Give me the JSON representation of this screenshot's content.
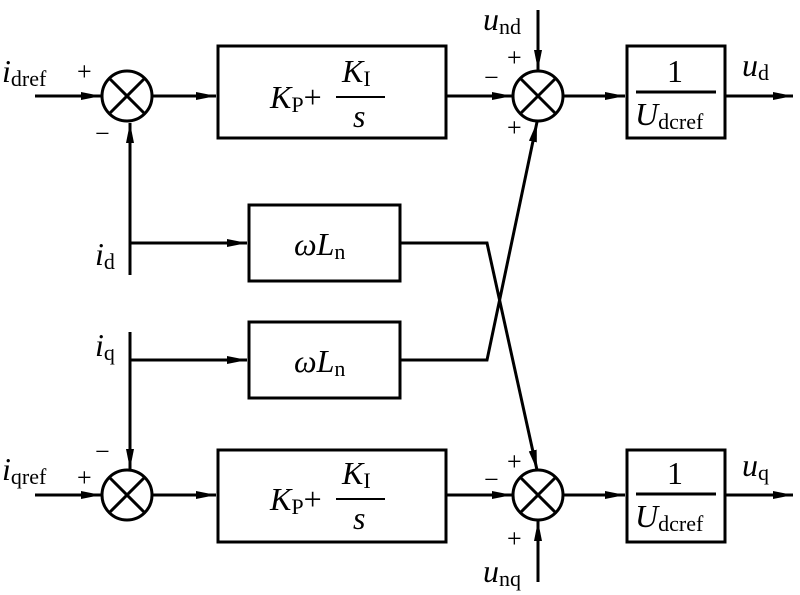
{
  "labels": {
    "i_dref": {
      "main": "i",
      "sub": "dref"
    },
    "i_qref": {
      "main": "i",
      "sub": "qref"
    },
    "i_d": {
      "main": "i",
      "sub": "d"
    },
    "i_q": {
      "main": "i",
      "sub": "q"
    },
    "u_nd": {
      "main": "u",
      "sub": "nd"
    },
    "u_nq": {
      "main": "u",
      "sub": "nq"
    },
    "u_d": {
      "main": "u",
      "sub": "d"
    },
    "u_q": {
      "main": "u",
      "sub": "q"
    }
  },
  "blocks": {
    "pi": {
      "kp": "K",
      "kp_sub": "P",
      "plus": "+",
      "ki": "K",
      "ki_sub": "I",
      "s": "s"
    },
    "wl": {
      "omega": "ωL",
      "sub": "n"
    },
    "gain": {
      "num": "1",
      "den": "U",
      "den_sub": "dcref"
    }
  },
  "signs": {
    "plus": "+",
    "minus": "−"
  }
}
